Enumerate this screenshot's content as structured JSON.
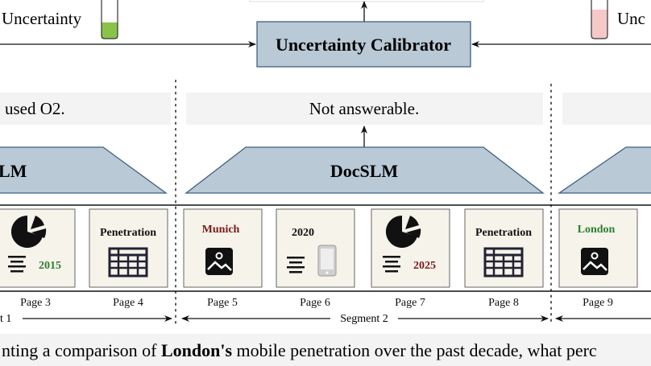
{
  "top": {
    "left_uncertainty_label": "Uncertainty",
    "right_uncertainty_label": "Unc",
    "left_uncertainty_level": 0.42,
    "right_uncertainty_level": 0.75,
    "left_gauge_color": "#8bc34a",
    "right_gauge_color": "#f6c8c8",
    "calibrator_label": "Uncertainty Calibrator"
  },
  "answers": {
    "left": "used O2.",
    "middle": "Not answerable."
  },
  "models": {
    "left": "LM",
    "middle": "DocSLM"
  },
  "pages": [
    {
      "label": "Page 3",
      "title": "2015",
      "title_color": "#2e7d32",
      "icons": [
        "pie-chart-icon",
        "text-lines-icon"
      ]
    },
    {
      "label": "Page 4",
      "title": "Penetration",
      "title_color": "#111111",
      "icons": [
        "table-icon"
      ]
    },
    {
      "label": "Page 5",
      "title": "Munich",
      "title_color": "#7b1a1a",
      "icons": [
        "image-icon"
      ]
    },
    {
      "label": "Page 6",
      "title": "2020",
      "title_color": "#111111",
      "icons": [
        "text-lines-icon",
        "tablet-icon"
      ]
    },
    {
      "label": "Page 7",
      "title": "2025",
      "title_color": "#7b1a1a",
      "icons": [
        "pie-chart-icon",
        "text-lines-icon"
      ]
    },
    {
      "label": "Page 8",
      "title": "Penetration",
      "title_color": "#111111",
      "icons": [
        "table-icon"
      ]
    },
    {
      "label": "Page 9",
      "title": "London",
      "title_color": "#2e7d32",
      "icons": [
        "image-icon"
      ]
    }
  ],
  "segments": {
    "left": "t 1",
    "middle": "Segment 2"
  },
  "question": {
    "before": "nting a comparison of ",
    "bold": "London's",
    "after": " mobile penetration over the past decade, what perc"
  },
  "colors": {
    "model_fill": "#b9c9d6",
    "model_stroke": "#3f5f7f",
    "page_fill": "#f5f3ea",
    "answer_fill": "#f3f3f3"
  }
}
